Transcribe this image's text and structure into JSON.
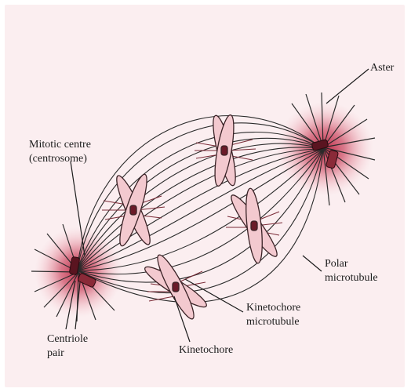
{
  "labels": {
    "aster": "Aster",
    "mitotic_centre_1": "Mitotic centre",
    "mitotic_centre_2": "(centrosome)",
    "polar_1": "Polar",
    "polar_2": "microtubule",
    "kinetochore_mt_1": "Kinetochore",
    "kinetochore_mt_2": "microtubule",
    "kinetochore": "Kinetochore",
    "centriole_1": "Centriole",
    "centriole_2": "pair"
  },
  "colors": {
    "background": "#fbeef0",
    "aster_glow": "#c2364e",
    "chromosome_fill": "#f3c9cf",
    "line": "#2a2a2a"
  }
}
